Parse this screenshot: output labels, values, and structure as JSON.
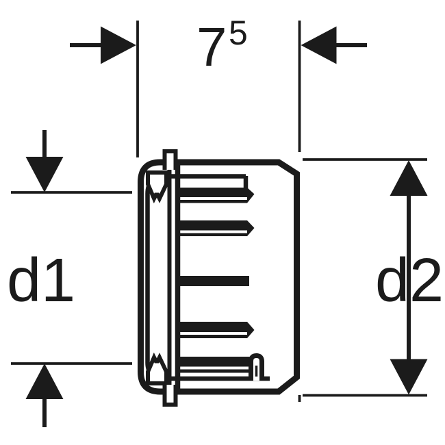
{
  "diagram": {
    "type": "technical-dimension-drawing",
    "subject": "pipe fitting cross-section with internal thread",
    "colors": {
      "line": "#1b1b1b",
      "background": "#ffffff"
    },
    "labels": {
      "width": {
        "base": "7",
        "superscript": "5"
      },
      "left_diameter": "d1",
      "right_diameter": "d2"
    }
  }
}
